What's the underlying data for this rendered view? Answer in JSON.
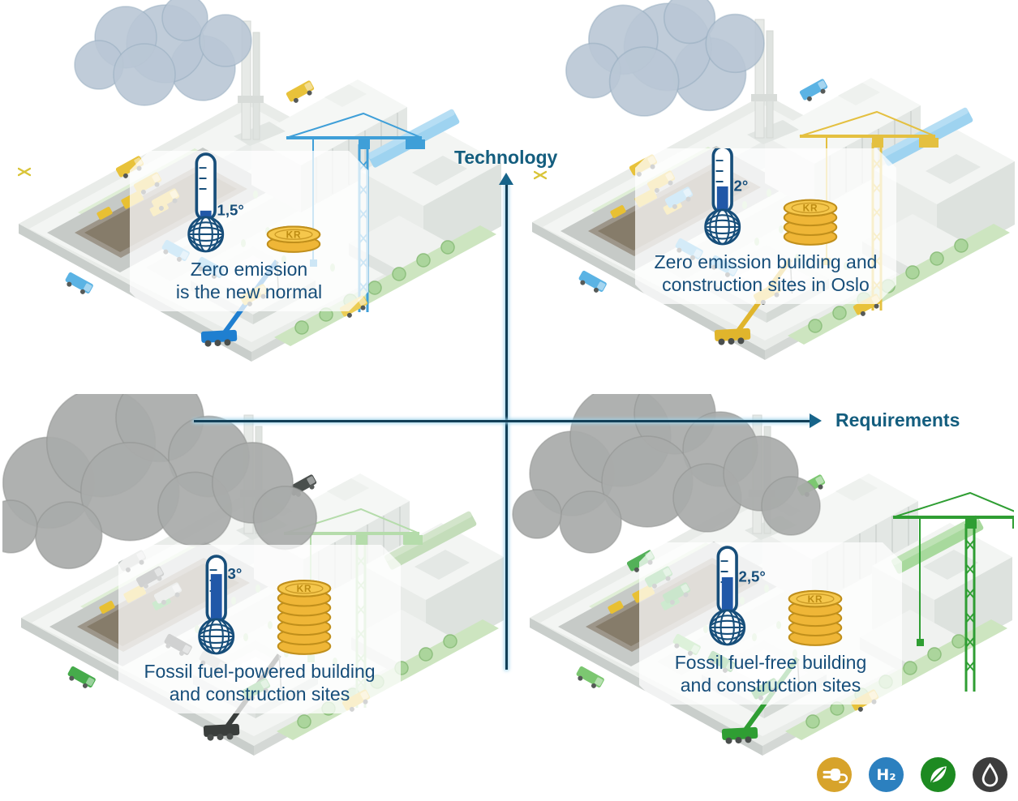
{
  "axes": {
    "vertical_label": "Technology",
    "horizontal_label": "Requirements",
    "color": "#135d7e"
  },
  "palette": {
    "icon_navy": "#174e7a",
    "mercury_blue": "#2158a8",
    "coin_gold": "#efb637",
    "coin_edge": "#c08f1b",
    "axis_glow": "#9ed3ea"
  },
  "card": {
    "coin_label": "KR"
  },
  "quadrants": [
    {
      "id": "top-left",
      "temperature": "1,5°",
      "thermo_fill_percent": 14,
      "coins": 2,
      "caption_lines": [
        "Zero emission",
        "is the new normal"
      ],
      "colors": {
        "smoke": "#b9c7d5",
        "smokeline": "#8ea6ba",
        "crane": "#3f9fd8",
        "mobile": "#1f7fd0",
        "beam": "#9ed3f0",
        "ta": "#e8c23a",
        "tb": "#5bb3e4",
        "tc": "#eccd55",
        "td": "#e8c23a",
        "dig1": "#e8c033",
        "dig2": "#e8c033"
      }
    },
    {
      "id": "top-right",
      "temperature": "2°",
      "thermo_fill_percent": 42,
      "coins": 4,
      "caption_lines": [
        "Zero emission building and",
        "construction sites in Oslo"
      ],
      "colors": {
        "smoke": "#b9c7d5",
        "smokeline": "#8ea6ba",
        "crane": "#e4c040",
        "mobile": "#e0b52c",
        "beam": "#9ed3f0",
        "ta": "#e8c23a",
        "tb": "#5bb3e4",
        "tc": "#e8c23a",
        "td": "#5bb3e4",
        "dig1": "#e8c033",
        "dig2": "#e8c033"
      }
    },
    {
      "id": "bottom-left",
      "temperature": "3°",
      "thermo_fill_percent": 78,
      "coins": 7,
      "caption_lines": [
        "Fossil fuel-powered building",
        "and construction sites"
      ],
      "colors": {
        "smoke": "#a9abaa",
        "smokeline": "#8d8f8e",
        "crane": "#b5dcab",
        "mobile": "#3a3e3c",
        "beam": "#c4ddba",
        "ta": "#bcc1bf",
        "tb": "#4a4f4d",
        "tc": "#e8c23a",
        "td": "#46ab4b",
        "dig1": "#e8c033",
        "dig2": "#3fae45"
      }
    },
    {
      "id": "bottom-right",
      "temperature": "2,5°",
      "thermo_fill_percent": 58,
      "coins": 5,
      "caption_lines": [
        "Fossil fuel-free building",
        "and construction sites"
      ],
      "colors": {
        "smoke": "#a9abaa",
        "smokeline": "#8d8f8e",
        "crane": "#2f9e33",
        "mobile": "#2f9e33",
        "beam": "#a8d99d",
        "ta": "#53b158",
        "tb": "#35a03b",
        "tc": "#e8c23a",
        "td": "#7cc771",
        "dig1": "#e8c033",
        "dig2": "#3fae45"
      }
    }
  ],
  "legend": {
    "items": [
      {
        "name": "electric power",
        "icon": "plug-icon",
        "color": "#d7a32b",
        "label": ""
      },
      {
        "name": "hydrogen",
        "icon": "hydrogen-label",
        "color": "#2c80bf",
        "label": "H₂"
      },
      {
        "name": "biofuel",
        "icon": "leaf-icon",
        "color": "#1d8a21",
        "label": ""
      },
      {
        "name": "fossil fuel",
        "icon": "oil-drop-icon",
        "color": "#3d3d3d",
        "label": ""
      }
    ]
  }
}
